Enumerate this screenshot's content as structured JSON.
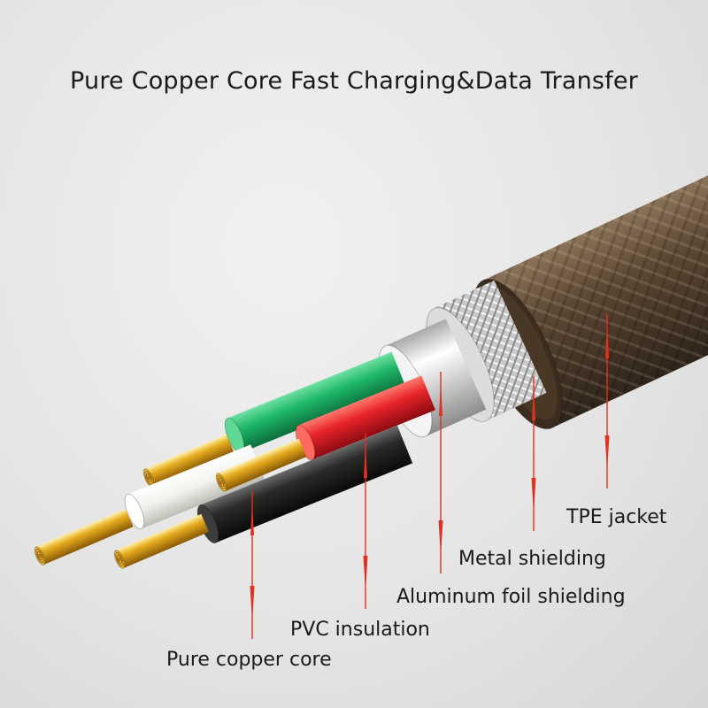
{
  "title": "Pure Copper Core  Fast Charging&Data Transfer",
  "labels": {
    "tpe_jacket": "TPE jacket",
    "metal_shielding": "Metal shielding",
    "aluminum_foil": "Aluminum foil shielding",
    "pvc_insulation": "PVC insulation",
    "copper_core": "Pure copper core"
  },
  "colors": {
    "pointer": "#e0301e",
    "jacket": "#5a4633",
    "green_wire": "#1fb86a",
    "red_wire": "#e8232a",
    "white_wire": "#f4f4f0",
    "black_wire": "#222222",
    "copper": "#d9a21b"
  }
}
